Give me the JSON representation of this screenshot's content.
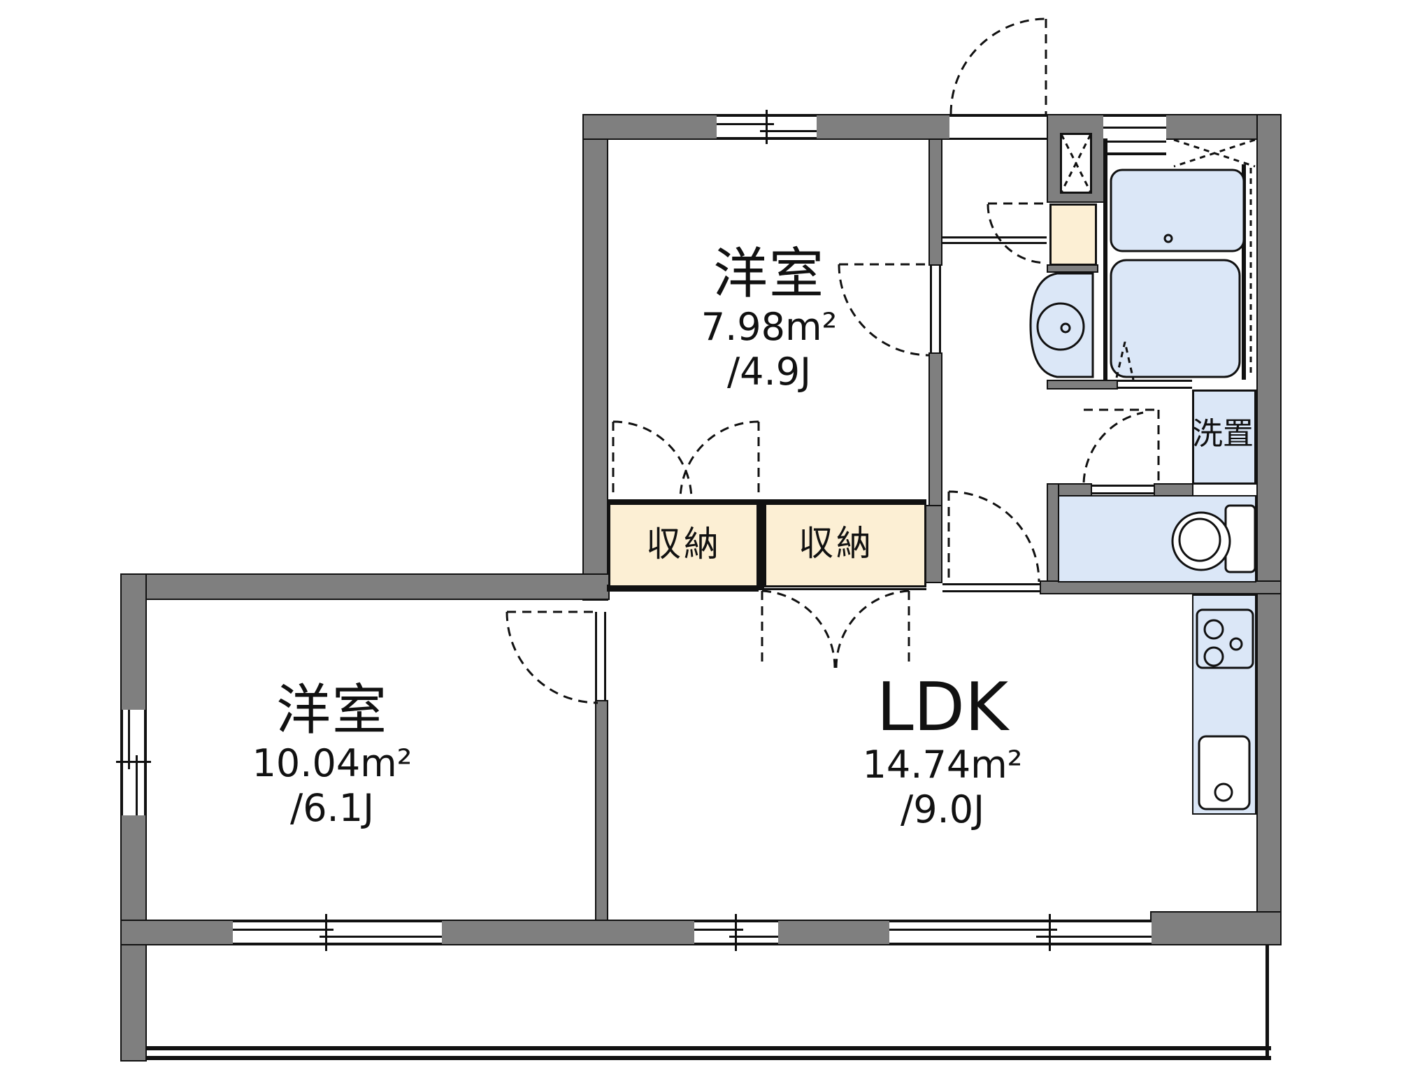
{
  "colors": {
    "wall_gray": "#7f7f7f",
    "line_black": "#111111",
    "fixture_blue": "#dbe7f7",
    "closet_cream": "#fcefd4",
    "background": "#ffffff"
  },
  "rooms": {
    "bedroom_top": {
      "name": "洋室",
      "area": "7.98m²",
      "tatami": "/4.9J"
    },
    "bedroom_left": {
      "name": "洋室",
      "area": "10.04m²",
      "tatami": "/6.1J"
    },
    "ldk": {
      "name": "LDK",
      "area": "14.74m²",
      "tatami": "/9.0J"
    }
  },
  "closets": {
    "left": {
      "label": "収納"
    },
    "right": {
      "label": "収納"
    }
  },
  "laundry": {
    "label": "洗置"
  }
}
